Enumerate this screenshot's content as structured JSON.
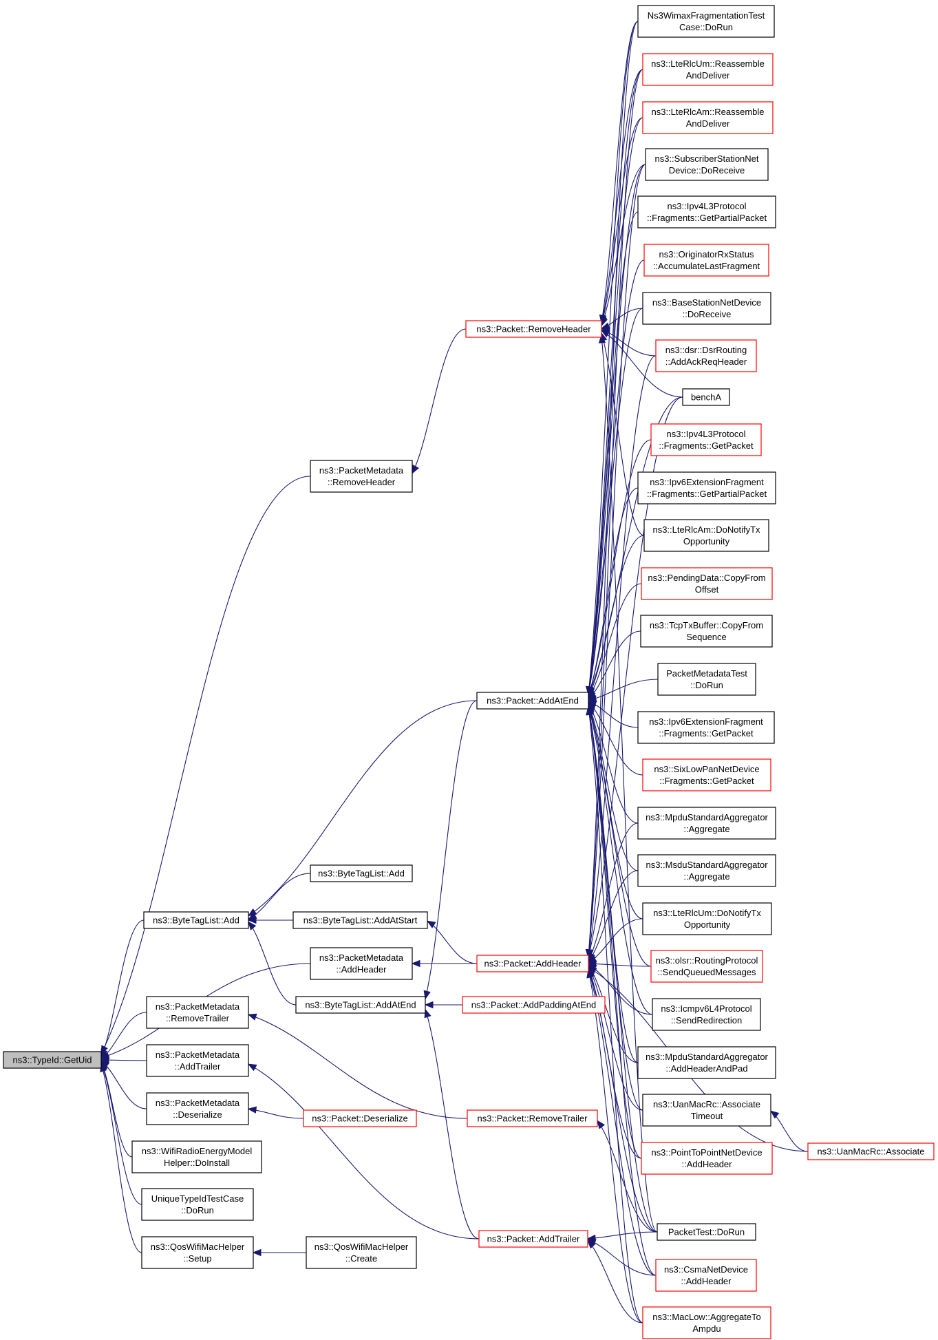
{
  "nodes": [
    {
      "id": "getuid",
      "lines": [
        "ns3::TypeId::GetUid"
      ],
      "color": "root"
    },
    {
      "id": "btl_add",
      "lines": [
        "ns3::ByteTagList::Add"
      ],
      "color": "black"
    },
    {
      "id": "pm_addheader",
      "lines": [
        "ns3::PacketMetadata",
        "::AddHeader"
      ],
      "color": "black"
    },
    {
      "id": "pm_removetrailer",
      "lines": [
        "ns3::PacketMetadata",
        "::RemoveTrailer"
      ],
      "color": "black"
    },
    {
      "id": "pm_addtrailer",
      "lines": [
        "ns3::PacketMetadata",
        "::AddTrailer"
      ],
      "color": "black"
    },
    {
      "id": "pm_deserialize",
      "lines": [
        "ns3::PacketMetadata",
        "::Deserialize"
      ],
      "color": "black"
    },
    {
      "id": "wifiradio",
      "lines": [
        "ns3::WifiRadioEnergyModel",
        "Helper::DoInstall"
      ],
      "color": "black"
    },
    {
      "id": "uniquetypeid",
      "lines": [
        "UniqueTypeIdTestCase",
        "::DoRun"
      ],
      "color": "black"
    },
    {
      "id": "qos_setup",
      "lines": [
        "ns3::QosWifiMacHelper",
        "::Setup"
      ],
      "color": "black"
    },
    {
      "id": "pm_removeheader",
      "lines": [
        "ns3::PacketMetadata",
        "::RemoveHeader"
      ],
      "color": "black"
    },
    {
      "id": "btl_add2",
      "lines": [
        "ns3::ByteTagList::Add"
      ],
      "color": "black"
    },
    {
      "id": "btl_addatstart",
      "lines": [
        "ns3::ByteTagList::AddAtStart"
      ],
      "color": "black"
    },
    {
      "id": "btl_addatend",
      "lines": [
        "ns3::ByteTagList::AddAtEnd"
      ],
      "color": "black"
    },
    {
      "id": "qos_create",
      "lines": [
        "ns3::QosWifiMacHelper",
        "::Create"
      ],
      "color": "black"
    },
    {
      "id": "p_removeheader",
      "lines": [
        "ns3::Packet::RemoveHeader"
      ],
      "color": "red"
    },
    {
      "id": "p_addatend",
      "lines": [
        "ns3::Packet::AddAtEnd"
      ],
      "color": "black"
    },
    {
      "id": "p_addheader",
      "lines": [
        "ns3::Packet::AddHeader"
      ],
      "color": "red"
    },
    {
      "id": "p_addpadding",
      "lines": [
        "ns3::Packet::AddPaddingAtEnd"
      ],
      "color": "red"
    },
    {
      "id": "p_deserialize",
      "lines": [
        "ns3::Packet::Deserialize"
      ],
      "color": "red"
    },
    {
      "id": "p_removetrailer",
      "lines": [
        "ns3::Packet::RemoveTrailer"
      ],
      "color": "red"
    },
    {
      "id": "p_addtrailer",
      "lines": [
        "ns3::Packet::AddTrailer"
      ],
      "color": "red"
    },
    {
      "id": "wimaxfrag",
      "lines": [
        "Ns3WimaxFragmentationTest",
        "Case::DoRun"
      ],
      "color": "black"
    },
    {
      "id": "rlcum_reasm",
      "lines": [
        "ns3::LteRlcUm::Reassemble",
        "AndDeliver"
      ],
      "color": "red"
    },
    {
      "id": "rlcam_reasm",
      "lines": [
        "ns3::LteRlcAm::Reassemble",
        "AndDeliver"
      ],
      "color": "red"
    },
    {
      "id": "subscriber",
      "lines": [
        "ns3::SubscriberStationNet",
        "Device::DoReceive"
      ],
      "color": "black"
    },
    {
      "id": "ipv4_partial",
      "lines": [
        "ns3::Ipv4L3Protocol",
        "::Fragments::GetPartialPacket"
      ],
      "color": "black"
    },
    {
      "id": "originator",
      "lines": [
        "ns3::OriginatorRxStatus",
        "::AccumulateLastFragment"
      ],
      "color": "red"
    },
    {
      "id": "basestation",
      "lines": [
        "ns3::BaseStationNetDevice",
        "::DoReceive"
      ],
      "color": "black"
    },
    {
      "id": "dsr",
      "lines": [
        "ns3::dsr::DsrRouting",
        "::AddAckReqHeader"
      ],
      "color": "red"
    },
    {
      "id": "bencha",
      "lines": [
        "benchA"
      ],
      "color": "black"
    },
    {
      "id": "ipv4_getpacket",
      "lines": [
        "ns3::Ipv4L3Protocol",
        "::Fragments::GetPacket"
      ],
      "color": "red"
    },
    {
      "id": "ipv6ext_partial",
      "lines": [
        "ns3::Ipv6ExtensionFragment",
        "::Fragments::GetPartialPacket"
      ],
      "color": "black"
    },
    {
      "id": "rlcam_notify",
      "lines": [
        "ns3::LteRlcAm::DoNotifyTx",
        "Opportunity"
      ],
      "color": "black"
    },
    {
      "id": "pendingdata",
      "lines": [
        "ns3::PendingData::CopyFrom",
        "Offset"
      ],
      "color": "red"
    },
    {
      "id": "tcptxbuffer",
      "lines": [
        "ns3::TcpTxBuffer::CopyFrom",
        "Sequence"
      ],
      "color": "black"
    },
    {
      "id": "pmtest",
      "lines": [
        "PacketMetadataTest",
        "::DoRun"
      ],
      "color": "black"
    },
    {
      "id": "ipv6ext_getpacket",
      "lines": [
        "ns3::Ipv6ExtensionFragment",
        "::Fragments::GetPacket"
      ],
      "color": "black"
    },
    {
      "id": "sixlowpan",
      "lines": [
        "ns3::SixLowPanNetDevice",
        "::Fragments::GetPacket"
      ],
      "color": "red"
    },
    {
      "id": "mpdu_agg",
      "lines": [
        "ns3::MpduStandardAggregator",
        "::Aggregate"
      ],
      "color": "black"
    },
    {
      "id": "msdu_agg",
      "lines": [
        "ns3::MsduStandardAggregator",
        "::Aggregate"
      ],
      "color": "black"
    },
    {
      "id": "rlcum_notify",
      "lines": [
        "ns3::LteRlcUm::DoNotifyTx",
        "Opportunity"
      ],
      "color": "black"
    },
    {
      "id": "olsr",
      "lines": [
        "ns3::olsr::RoutingProtocol",
        "::SendQueuedMessages"
      ],
      "color": "red"
    },
    {
      "id": "icmpv6",
      "lines": [
        "ns3::Icmpv6L4Protocol",
        "::SendRedirection"
      ],
      "color": "black"
    },
    {
      "id": "mpdu_addheader",
      "lines": [
        "ns3::MpduStandardAggregator",
        "::AddHeaderAndPad"
      ],
      "color": "black"
    },
    {
      "id": "uanmac_timeout",
      "lines": [
        "ns3::UanMacRc::Associate",
        "Timeout"
      ],
      "color": "black"
    },
    {
      "id": "uanmac_assoc",
      "lines": [
        "ns3::UanMacRc::Associate"
      ],
      "color": "red"
    },
    {
      "id": "p2p",
      "lines": [
        "ns3::PointToPointNetDevice",
        "::AddHeader"
      ],
      "color": "red"
    },
    {
      "id": "packettest",
      "lines": [
        "PacketTest::DoRun"
      ],
      "color": "black"
    },
    {
      "id": "csma",
      "lines": [
        "ns3::CsmaNetDevice",
        "::AddHeader"
      ],
      "color": "red"
    },
    {
      "id": "maclow",
      "lines": [
        "ns3::MacLow::AggregateTo",
        "Ampdu"
      ],
      "color": "red"
    }
  ],
  "edges": [
    [
      "btl_add",
      "getuid"
    ],
    [
      "pm_addheader",
      "getuid"
    ],
    [
      "pm_removetrailer",
      "getuid"
    ],
    [
      "pm_addtrailer",
      "getuid"
    ],
    [
      "pm_deserialize",
      "getuid"
    ],
    [
      "wifiradio",
      "getuid"
    ],
    [
      "uniquetypeid",
      "getuid"
    ],
    [
      "qos_setup",
      "getuid"
    ],
    [
      "pm_removeheader",
      "getuid"
    ],
    [
      "btl_add2",
      "btl_add"
    ],
    [
      "btl_addatstart",
      "btl_add"
    ],
    [
      "btl_addatend",
      "btl_add"
    ],
    [
      "p_addatend",
      "btl_add"
    ],
    [
      "qos_create",
      "qos_setup"
    ],
    [
      "p_removeheader",
      "pm_removeheader"
    ],
    [
      "p_addheader",
      "pm_addheader"
    ],
    [
      "p_addheader",
      "btl_addatstart"
    ],
    [
      "p_addpadding",
      "btl_addatend"
    ],
    [
      "p_addatend",
      "btl_addatend"
    ],
    [
      "p_addtrailer",
      "btl_addatend"
    ],
    [
      "p_deserialize",
      "pm_deserialize"
    ],
    [
      "p_removetrailer",
      "pm_removetrailer"
    ],
    [
      "p_addtrailer",
      "pm_addtrailer"
    ],
    [
      "wimaxfrag",
      "p_removeheader"
    ],
    [
      "rlcum_reasm",
      "p_removeheader"
    ],
    [
      "rlcam_reasm",
      "p_removeheader"
    ],
    [
      "subscriber",
      "p_removeheader"
    ],
    [
      "basestation",
      "p_removeheader"
    ],
    [
      "dsr",
      "p_removeheader"
    ],
    [
      "bencha",
      "p_removeheader"
    ],
    [
      "rlcam_notify",
      "p_removeheader"
    ],
    [
      "packettest",
      "p_removeheader"
    ],
    [
      "wimaxfrag",
      "p_addatend"
    ],
    [
      "rlcum_reasm",
      "p_addatend"
    ],
    [
      "rlcam_reasm",
      "p_addatend"
    ],
    [
      "subscriber",
      "p_addatend"
    ],
    [
      "ipv4_partial",
      "p_addatend"
    ],
    [
      "originator",
      "p_addatend"
    ],
    [
      "basestation",
      "p_addatend"
    ],
    [
      "bencha",
      "p_addatend"
    ],
    [
      "ipv4_getpacket",
      "p_addatend"
    ],
    [
      "ipv6ext_partial",
      "p_addatend"
    ],
    [
      "rlcam_notify",
      "p_addatend"
    ],
    [
      "pendingdata",
      "p_addatend"
    ],
    [
      "tcptxbuffer",
      "p_addatend"
    ],
    [
      "pmtest",
      "p_addatend"
    ],
    [
      "ipv6ext_getpacket",
      "p_addatend"
    ],
    [
      "sixlowpan",
      "p_addatend"
    ],
    [
      "mpdu_agg",
      "p_addatend"
    ],
    [
      "msdu_agg",
      "p_addatend"
    ],
    [
      "rlcum_notify",
      "p_addatend"
    ],
    [
      "olsr",
      "p_addatend"
    ],
    [
      "icmpv6",
      "p_addatend"
    ],
    [
      "mpdu_addheader",
      "p_addatend"
    ],
    [
      "uanmac_timeout",
      "p_addatend"
    ],
    [
      "p2p",
      "p_addatend"
    ],
    [
      "packettest",
      "p_addatend"
    ],
    [
      "csma",
      "p_addatend"
    ],
    [
      "maclow",
      "p_addatend"
    ],
    [
      "wimaxfrag",
      "p_addheader"
    ],
    [
      "rlcum_reasm",
      "p_addheader"
    ],
    [
      "subscriber",
      "p_addheader"
    ],
    [
      "dsr",
      "p_addheader"
    ],
    [
      "bencha",
      "p_addheader"
    ],
    [
      "mpdu_agg",
      "p_addheader"
    ],
    [
      "msdu_agg",
      "p_addheader"
    ],
    [
      "rlcum_notify",
      "p_addheader"
    ],
    [
      "olsr",
      "p_addheader"
    ],
    [
      "icmpv6",
      "p_addheader"
    ],
    [
      "mpdu_addheader",
      "p_addheader"
    ],
    [
      "uanmac_timeout",
      "p_addheader"
    ],
    [
      "p2p",
      "p_addheader"
    ],
    [
      "packettest",
      "p_addheader"
    ],
    [
      "csma",
      "p_addheader"
    ],
    [
      "maclow",
      "p_addheader"
    ],
    [
      "uanmac_assoc",
      "p_addheader"
    ],
    [
      "packettest",
      "p_removetrailer"
    ],
    [
      "packettest",
      "p_addtrailer"
    ],
    [
      "csma",
      "p_addtrailer"
    ],
    [
      "maclow",
      "p_addtrailer"
    ],
    [
      "uanmac_assoc",
      "uanmac_timeout"
    ]
  ]
}
